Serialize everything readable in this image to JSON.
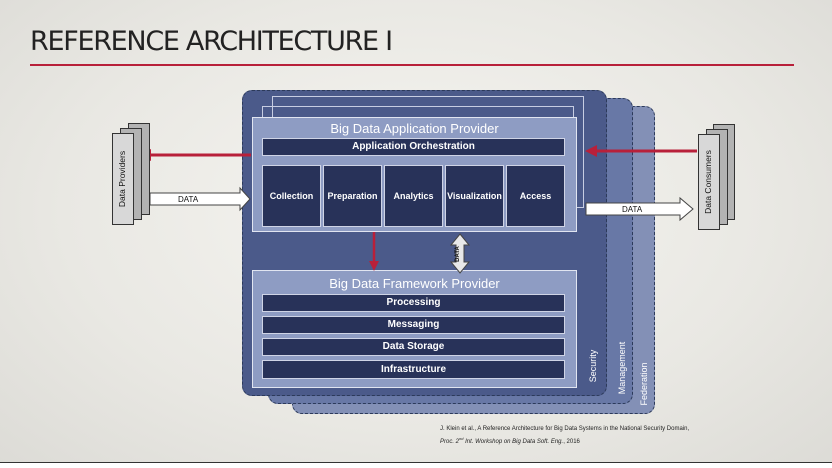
{
  "slide": {
    "title": "REFERENCE ARCHITECTURE I"
  },
  "layers": {
    "security": "Security",
    "management": "Management",
    "federation": "Federation"
  },
  "app_provider": {
    "title": "Big Data Application Provider",
    "orchestration": "Application Orchestration",
    "capabilities": [
      "Collection",
      "Preparation",
      "Analytics",
      "Visualization",
      "Access"
    ]
  },
  "framework_provider": {
    "title": "Big Data Framework Provider",
    "layers": [
      "Processing",
      "Messaging",
      "Data Storage",
      "Infrastructure"
    ]
  },
  "actors": {
    "providers": "Data Providers",
    "consumers": "Data Consumers"
  },
  "flows": {
    "provider_data": "DATA",
    "consumer_data": "DATA",
    "internal_data": "DATA"
  },
  "citation": {
    "line1": "J. Klein et al., A Reference Architecture for Big Data Systems in the National Security Domain,",
    "line2_prefix": "Proc. 2",
    "line2_sup": "nd",
    "line2_rest": " Int. Workshop on Big Data Soft. Eng.",
    "line2_year": ", 2016"
  },
  "colors": {
    "accent_red": "#b8203a",
    "dark_navy": "#283259",
    "security_blue": "#4b5a8a",
    "management_blue": "#6878a6",
    "federation_blue": "#8390b6"
  }
}
